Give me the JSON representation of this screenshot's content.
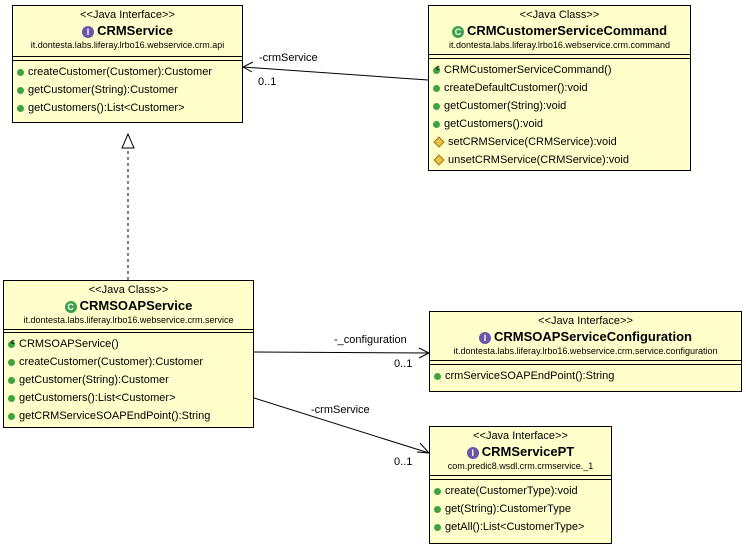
{
  "colors": {
    "class_fill": "#ffffcc",
    "public_method": "#3fa43f",
    "protected_method": "#e8c34a",
    "interface_icon": "#6a55a8",
    "class_icon": "#3aa24a"
  },
  "classes": {
    "crmservice": {
      "stereotype": "<<Java Interface>>",
      "icon": "interface-icon",
      "name": "CRMService",
      "package": "it.dontesta.labs.liferay.lrbo16.webservice.crm.api",
      "methods": [
        "createCustomer(Customer):Customer",
        "getCustomer(String):Customer",
        "getCustomers():List<Customer>"
      ]
    },
    "command": {
      "stereotype": "<<Java Class>>",
      "icon": "class-icon",
      "name": "CRMCustomerServiceCommand",
      "package": "it.dontesta.labs.liferay.lrbo16.webservice.crm.command",
      "methods": [
        "CRMCustomerServiceCommand()",
        "createDefaultCustomer():void",
        "getCustomer(String):void",
        "getCustomers():void",
        "setCRMService(CRMService):void",
        "unsetCRMService(CRMService):void"
      ]
    },
    "soap": {
      "stereotype": "<<Java Class>>",
      "icon": "class-icon",
      "name": "CRMSOAPService",
      "package": "it.dontesta.labs.liferay.lrbo16.webservice.crm.service",
      "methods": [
        "CRMSOAPService()",
        "createCustomer(Customer):Customer",
        "getCustomer(String):Customer",
        "getCustomers():List<Customer>",
        "getCRMServiceSOAPEndPoint():String"
      ]
    },
    "config": {
      "stereotype": "<<Java Interface>>",
      "icon": "interface-icon",
      "name": "CRMSOAPServiceConfiguration",
      "package": "it.dontesta.labs.liferay.lrbo16.webservice.crm.service.configuration",
      "methods": [
        "crmServiceSOAPEndPoint():String"
      ]
    },
    "pt": {
      "stereotype": "<<Java Interface>>",
      "icon": "interface-icon",
      "name": "CRMServicePT",
      "package": "com.predic8.wsdl.crm.crmservice._1",
      "methods": [
        "create(CustomerType):void",
        "get(String):CustomerType",
        "getAll():List<CustomerType>"
      ]
    }
  },
  "associations": {
    "a1": {
      "role": "-crmService",
      "multiplicity": "0..1"
    },
    "a2": {
      "role": "-_configuration",
      "multiplicity": "0..1"
    },
    "a3": {
      "role": "-crmService",
      "multiplicity": "0..1"
    }
  }
}
